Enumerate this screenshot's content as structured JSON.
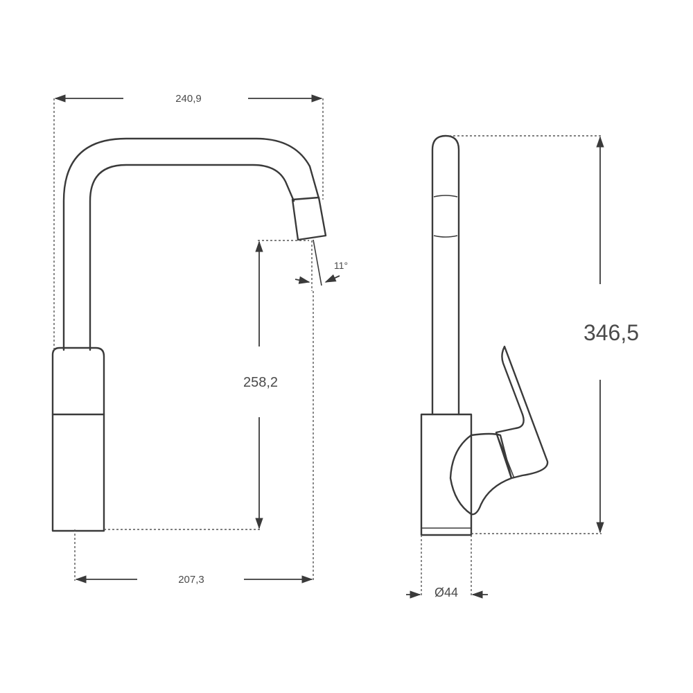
{
  "front_view": {
    "width_label": "240,9",
    "reach_label": "207,3",
    "height_label": "258,2",
    "angle_label": "11°"
  },
  "side_view": {
    "height_label": "346,5",
    "diameter_label": "Ø44"
  }
}
